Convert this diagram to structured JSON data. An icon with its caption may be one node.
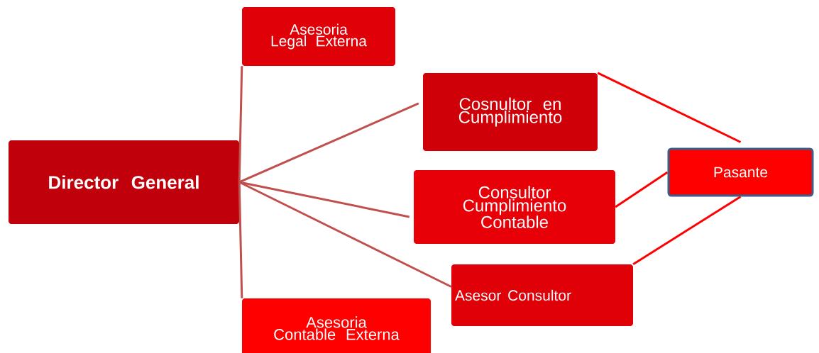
{
  "diagram": {
    "nodes": [
      {
        "text": [
          "Director General"
        ]
      },
      {
        "text": [
          "Asesoria Legal Externa"
        ]
      },
      {
        "text": [
          "Cosnultor en Cumplimiento"
        ]
      },
      {
        "text": [
          "Consultor Cumplimiento Contable"
        ]
      },
      {
        "text": [
          "Pasante"
        ]
      },
      {
        "text": [
          "Asesor Consultor"
        ]
      },
      {
        "text": [
          "Asesoria Contable Externa"
        ]
      }
    ],
    "edges": [
      {
        "from": 0,
        "to": 1,
        "arrow": "none"
      },
      {
        "from": 0,
        "to": 2,
        "arrow": "none"
      },
      {
        "from": 0,
        "to": 3,
        "arrow": "none"
      },
      {
        "from": 0,
        "to": 5,
        "arrow": "none"
      },
      {
        "from": 0,
        "to": 6,
        "arrow": "none"
      },
      {
        "from": 2,
        "to": 4,
        "arrow": "none",
        "color": "#ff0000"
      },
      {
        "from": 3,
        "to": 4,
        "arrow": "none",
        "color": "#ff0000"
      },
      {
        "from": 5,
        "to": 4,
        "arrow": "none",
        "color": "#ff0000"
      }
    ]
  }
}
